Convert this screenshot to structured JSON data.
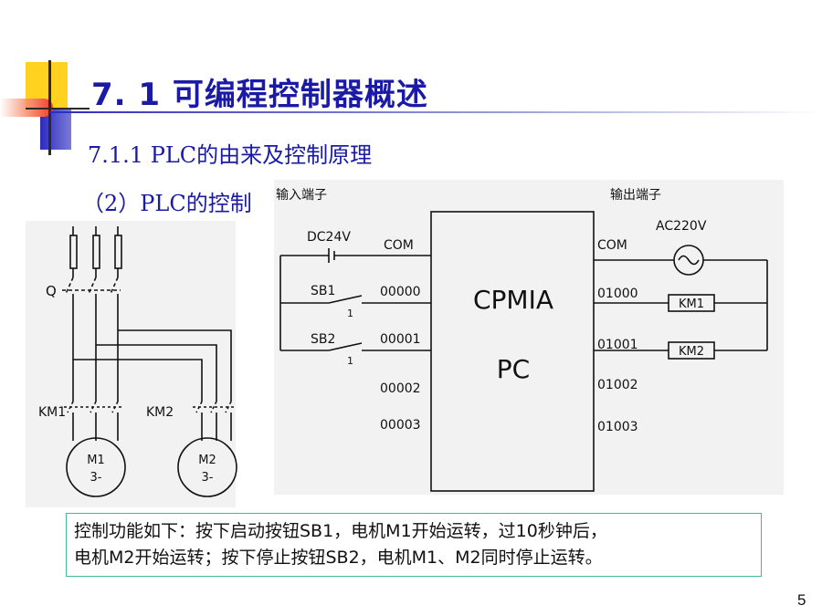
{
  "slide": {
    "title": "7. 1  可编程控制器概述",
    "subtitle": "7.1.1 PLC的由来及控制原理",
    "section": "（2）PLC的控制",
    "page_number": "5"
  },
  "diagram": {
    "motor_circuit": {
      "switch_label": "Q",
      "contactor_labels": [
        "KM1",
        "KM2"
      ],
      "motors": [
        {
          "name": "M1",
          "type": "3-"
        },
        {
          "name": "M2",
          "type": "3-"
        }
      ]
    },
    "plc_wiring": {
      "input_header": "输入端子",
      "output_header": "输出端子",
      "plc_label_1": "CPMIA",
      "plc_label_2": "PC",
      "supply_in": "DC24V",
      "supply_out": "AC220V",
      "input_com": "COM",
      "output_com": "COM",
      "buttons": [
        "SB1",
        "SB2"
      ],
      "contact_mark": "1",
      "input_terminals": [
        "00000",
        "00001",
        "00002",
        "00003"
      ],
      "output_terminals": [
        "01000",
        "01001",
        "01002",
        "01003"
      ],
      "loads": [
        "KM1",
        "KM2"
      ]
    }
  },
  "note": {
    "line1": "控制功能如下：按下启动按钮SB1，电机M1开始运转，过10秒钟后，",
    "line2": "电机M2开始运转；按下停止按钮SB2，电机M1、M2同时停止运转。"
  },
  "colors": {
    "title": "#1a1aa6",
    "note_border": "#44b89a",
    "accent_yellow": "#ffd21f",
    "accent_blue": "#2b2bbf",
    "accent_red": "#f23a2a"
  }
}
